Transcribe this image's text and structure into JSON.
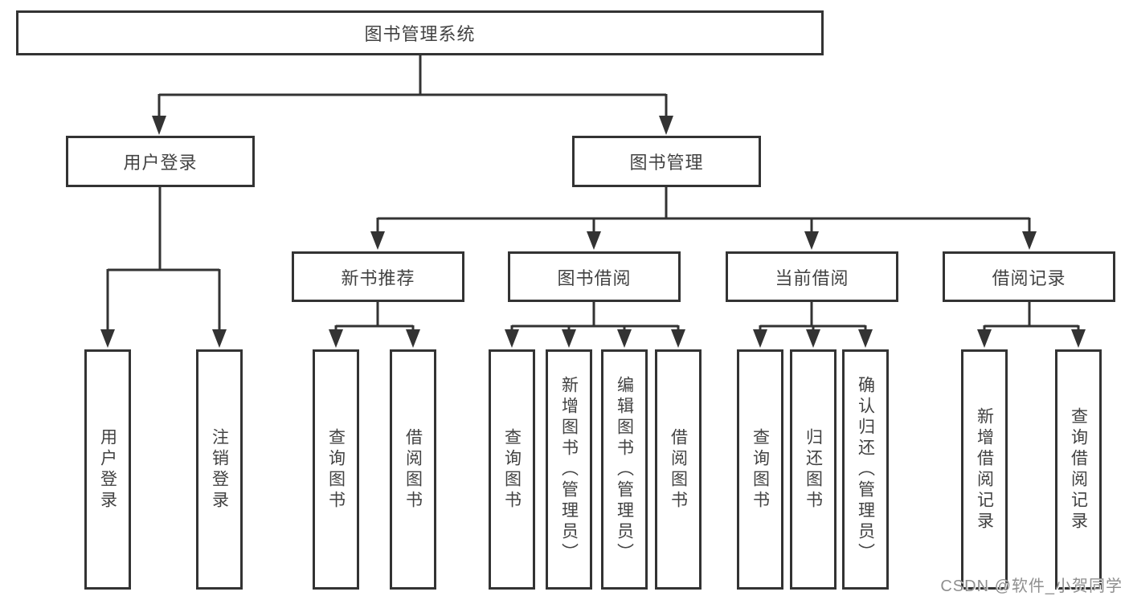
{
  "diagram_title": "图书管理系统",
  "watermark": "CSDN @软件_小贺同学",
  "colors": {
    "line": "#333333",
    "text": "#424242",
    "background": "#ffffff",
    "watermark": "#8f8f8f"
  },
  "nodes": {
    "root": {
      "label": "图书管理系统"
    },
    "level2": [
      {
        "id": "user-login",
        "label": "用户登录",
        "parent": "图书管理系统"
      },
      {
        "id": "book-management",
        "label": "图书管理",
        "parent": "图书管理系统"
      }
    ],
    "level3": [
      {
        "id": "new-book-recommend",
        "label": "新书推荐",
        "parent": "图书管理"
      },
      {
        "id": "book-borrowing",
        "label": "图书借阅",
        "parent": "图书管理"
      },
      {
        "id": "current-borrowing",
        "label": "当前借阅",
        "parent": "图书管理"
      },
      {
        "id": "borrowing-records",
        "label": "借阅记录",
        "parent": "图书管理"
      }
    ],
    "leaves": [
      {
        "label": "用户登录",
        "parent": "用户登录"
      },
      {
        "label": "注销登录",
        "parent": "用户登录"
      },
      {
        "label": "查询图书",
        "parent": "新书推荐"
      },
      {
        "label": "借阅图书",
        "parent": "新书推荐"
      },
      {
        "label": "查询图书",
        "parent": "图书借阅"
      },
      {
        "label": "新增图书（管理员）",
        "parent": "图书借阅"
      },
      {
        "label": "编辑图书（管理员）",
        "parent": "图书借阅"
      },
      {
        "label": "借阅图书",
        "parent": "图书借阅"
      },
      {
        "label": "查询图书",
        "parent": "当前借阅"
      },
      {
        "label": "归还图书",
        "parent": "当前借阅"
      },
      {
        "label": "确认归还（管理员）",
        "parent": "当前借阅"
      },
      {
        "label": "新增借阅记录",
        "parent": "借阅记录"
      },
      {
        "label": "查询借阅记录",
        "parent": "借阅记录"
      }
    ]
  }
}
